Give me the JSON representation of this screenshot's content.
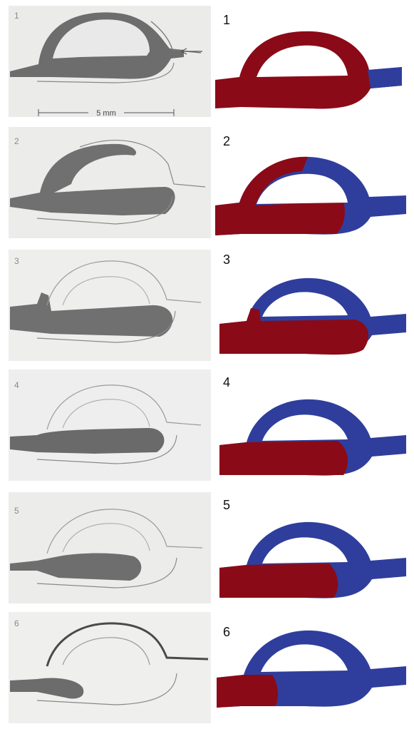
{
  "figure": {
    "colors": {
      "red": "#8b0a17",
      "blue": "#2f3e9c",
      "fluid": "#6e6e6e",
      "paper": "#e9e9e7"
    },
    "scale_bar_label": "5 mm",
    "panels": [
      {
        "label": "1",
        "photo_label": "1"
      },
      {
        "label": "2",
        "photo_label": "2"
      },
      {
        "label": "3",
        "photo_label": "3"
      },
      {
        "label": "4",
        "photo_label": "4"
      },
      {
        "label": "5",
        "photo_label": "5"
      },
      {
        "label": "6",
        "photo_label": "6"
      }
    ]
  }
}
